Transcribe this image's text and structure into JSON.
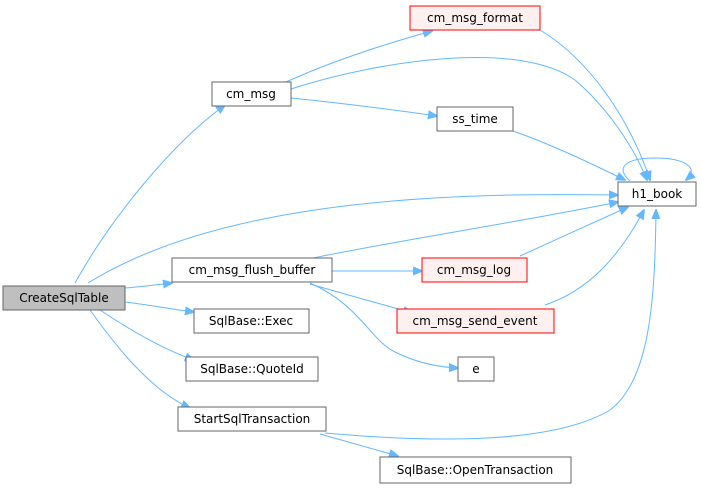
{
  "nodes": {
    "create_sql_table": "CreateSqlTable",
    "cm_msg": "cm_msg",
    "cm_msg_format": "cm_msg_format",
    "ss_time": "ss_time",
    "h1_book": "h1_book",
    "cm_msg_flush_buffer": "cm_msg_flush_buffer",
    "cm_msg_log": "cm_msg_log",
    "cm_msg_send_event": "cm_msg_send_event",
    "sqlbase_exec": "SqlBase::Exec",
    "sqlbase_quoteid": "SqlBase::QuoteId",
    "e": "e",
    "start_sql_transaction": "StartSqlTransaction",
    "sqlbase_opentransaction": "SqlBase::OpenTransaction"
  },
  "colors": {
    "edge": "#63b8ff",
    "root_fill": "#bfbfbf",
    "node_border": "#666666",
    "highlight_border": "#ff0000",
    "highlight_fill": "#fff0f0"
  }
}
